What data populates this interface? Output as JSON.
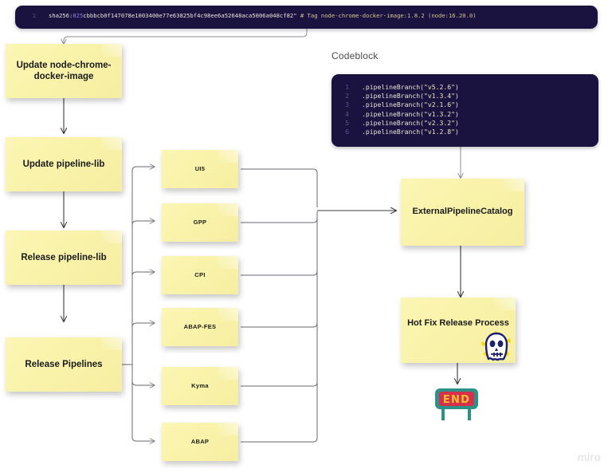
{
  "board": {
    "watermark": "miro",
    "canvas_color": "#ffffff",
    "sticky_color": "#f9f2a9",
    "code_bg_color": "#1a1340",
    "connector_color": "#3b3b42"
  },
  "top_code": {
    "name": "top-codeblock",
    "lines": [
      {
        "number": "1",
        "prefix": "sha256:",
        "hash_highlight": "825",
        "hash_rest": "cbbbcb0f147078e1003400e77e63825bf4c98ee6a52648aca5006a048cf82\"",
        "comment": "# Tag node-chrome-docker-image:1.8.2 (node:16.20.0)"
      }
    ]
  },
  "side_code": {
    "title": "Codeblock",
    "name": "side-codeblock",
    "lines": [
      {
        "number": "1",
        "call": ".pipelineBranch(",
        "arg": "\"v5.2.6\"",
        "close": ")"
      },
      {
        "number": "2",
        "call": ".pipelineBranch(",
        "arg": "\"v1.3.4\"",
        "close": ")"
      },
      {
        "number": "3",
        "call": ".pipelineBranch(",
        "arg": "\"v2.1.6\"",
        "close": ")"
      },
      {
        "number": "4",
        "call": ".pipelineBranch(",
        "arg": "\"v1.3.2\"",
        "close": ")"
      },
      {
        "number": "5",
        "call": ".pipelineBranch(",
        "arg": "\"v2.3.2\"",
        "close": ")"
      },
      {
        "number": "6",
        "call": ".pipelineBranch(",
        "arg": "\"v1.2.8\"",
        "close": ")"
      }
    ]
  },
  "flow": {
    "left_column": [
      {
        "id": "update-node-chrome-docker-image",
        "label": "Update node-chrome-docker-image"
      },
      {
        "id": "update-pipeline-lib",
        "label": "Update pipeline-lib"
      },
      {
        "id": "release-pipeline-lib",
        "label": "Release pipeline-lib"
      },
      {
        "id": "release-pipelines",
        "label": "Release Pipelines"
      }
    ],
    "pipeline_column": [
      {
        "id": "ui5",
        "label": "UI5"
      },
      {
        "id": "gpp",
        "label": "GPP"
      },
      {
        "id": "cpi",
        "label": "CPI"
      },
      {
        "id": "abap-fes",
        "label": "ABAP-FES"
      },
      {
        "id": "kyma",
        "label": "Kyma"
      },
      {
        "id": "abap",
        "label": "ABAP"
      }
    ],
    "right_column": [
      {
        "id": "external-pipeline-catalog",
        "label": "ExternalPipelineCatalog"
      },
      {
        "id": "hot-fix-release-process",
        "label": "Hot Fix Release Process"
      }
    ]
  },
  "stickers": [
    {
      "id": "ghost-sticker",
      "name": "ghost-sticker",
      "alt": "ghost"
    },
    {
      "id": "end-sticker",
      "name": "end-sign-sticker",
      "label": "END",
      "frame_color": "#2e9188",
      "plate_color": "#d6304a",
      "text_color": "#f2c230"
    }
  ]
}
